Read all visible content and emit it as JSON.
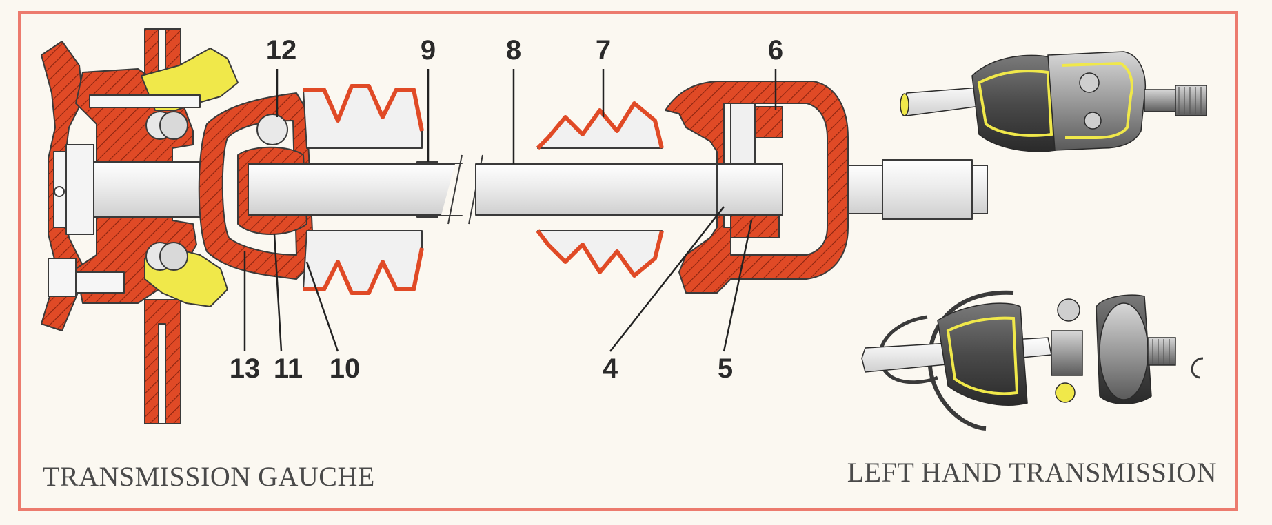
{
  "colors": {
    "frame": "#ec7b6e",
    "steel": "#e04a26",
    "shaft": "#f1f1f1",
    "outline": "#3a3a3a",
    "bearing_yellow": "#f0e84a",
    "caption_text": "#4a4a4a",
    "background": "#fbf8f1"
  },
  "captions": {
    "left": "TRANSMISSION GAUCHE",
    "right": "LEFT HAND TRANSMISSION"
  },
  "part_labels": [
    "12",
    "9",
    "8",
    "7",
    "6",
    "13",
    "11",
    "10",
    "4",
    "5"
  ],
  "views": {
    "cross_section": "cross-section-icon",
    "joint_assembled": "assembled-tripod-joint-icon",
    "joint_exploded": "exploded-tripod-joint-icon"
  }
}
